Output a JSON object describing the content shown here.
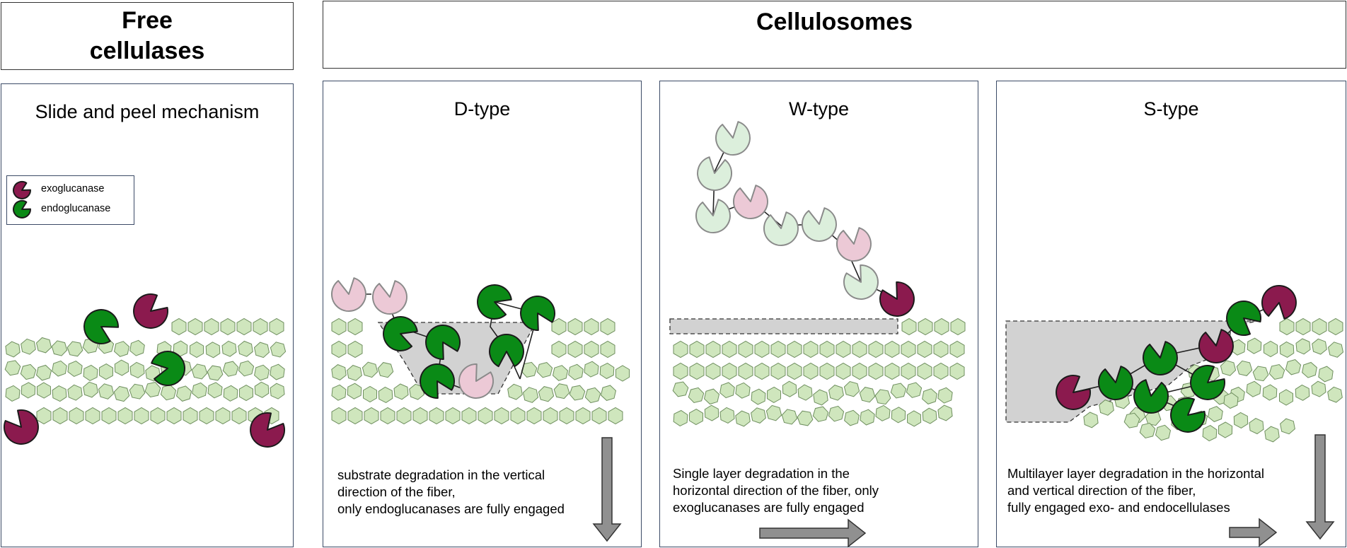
{
  "headers": {
    "free": "Free\ncellulases",
    "cellulosomes": "Cellulosomes"
  },
  "legend": {
    "exo_label": "exoglucanase",
    "endo_label": "endoglucanase"
  },
  "panels": [
    {
      "title": "Slide and peel mechanism",
      "description": ""
    },
    {
      "title": "D-type",
      "description": "substrate degradation in the vertical\ndirection of the fiber,\nonly endoglucanases are fully engaged"
    },
    {
      "title": "W-type",
      "description": "Single layer degradation in the\nhorizontal direction of the fiber, only\nexoglucanases are fully engaged"
    },
    {
      "title": "S-type",
      "description": "Multilayer layer degradation in the horizontal\nand vertical direction of the fiber,\nfully engaged exo- and endocellulases"
    }
  ],
  "colors": {
    "exoglucanase": "#8b1a4e",
    "endoglucanase": "#0a8a16",
    "exoglucanase_faded": "#ecc9d6",
    "endoglucanase_faded": "#dcefdc",
    "cellulose_unit": "#cfe6bd",
    "degraded_region": "#d2d2d2",
    "arrow": "#909090"
  },
  "icons": [
    "exoglucanase-pacman-icon",
    "endoglucanase-pacman-icon",
    "glucose-hexagon-icon",
    "direction-arrow-icon"
  ]
}
